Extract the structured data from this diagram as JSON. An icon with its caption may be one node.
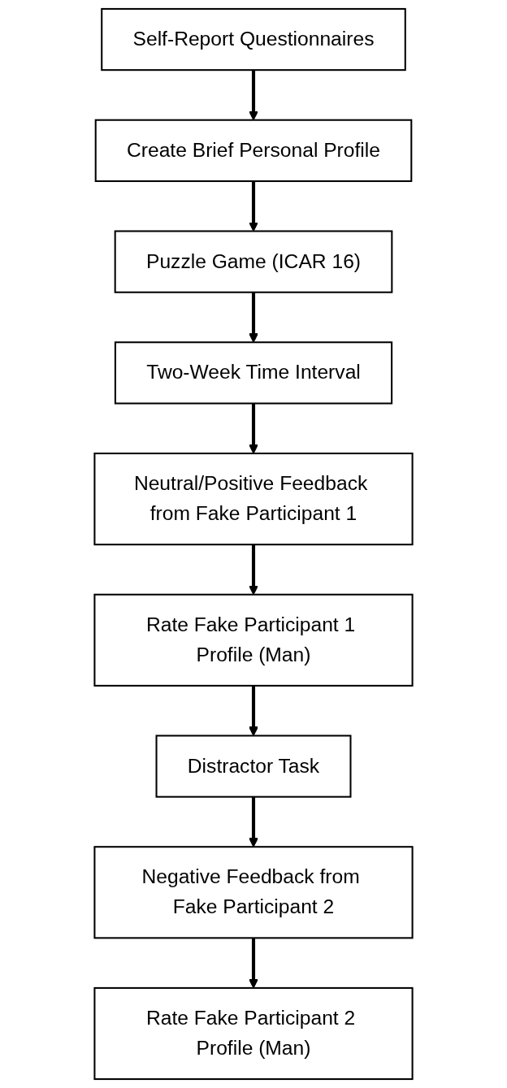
{
  "diagram": {
    "nodes": [
      {
        "text": [
          "Self-Report Questionnaires"
        ]
      },
      {
        "text": [
          "Create Brief Personal Profile"
        ]
      },
      {
        "text": [
          "Puzzle Game (ICAR 16)"
        ]
      },
      {
        "text": [
          "Two-Week Time Interval"
        ]
      },
      {
        "text": [
          "Neutral/Positive Feedback from Fake Participant 1"
        ]
      },
      {
        "text": [
          "Rate Fake Participant 1 Profile (Man)"
        ]
      },
      {
        "text": [
          "Distractor Task"
        ]
      },
      {
        "text": [
          "Negative Feedback from Fake Participant 2"
        ]
      },
      {
        "text": [
          "Rate Fake Participant 2 Profile (Man)"
        ]
      }
    ],
    "edges": [
      {
        "from": 0,
        "to": 1,
        "arrow": "to"
      },
      {
        "from": 1,
        "to": 2,
        "arrow": "to"
      },
      {
        "from": 2,
        "to": 3,
        "arrow": "to"
      },
      {
        "from": 3,
        "to": 4,
        "arrow": "to"
      },
      {
        "from": 4,
        "to": 5,
        "arrow": "to"
      },
      {
        "from": 5,
        "to": 6,
        "arrow": "to"
      },
      {
        "from": 6,
        "to": 7,
        "arrow": "to"
      },
      {
        "from": 7,
        "to": 8,
        "arrow": "to"
      }
    ]
  }
}
